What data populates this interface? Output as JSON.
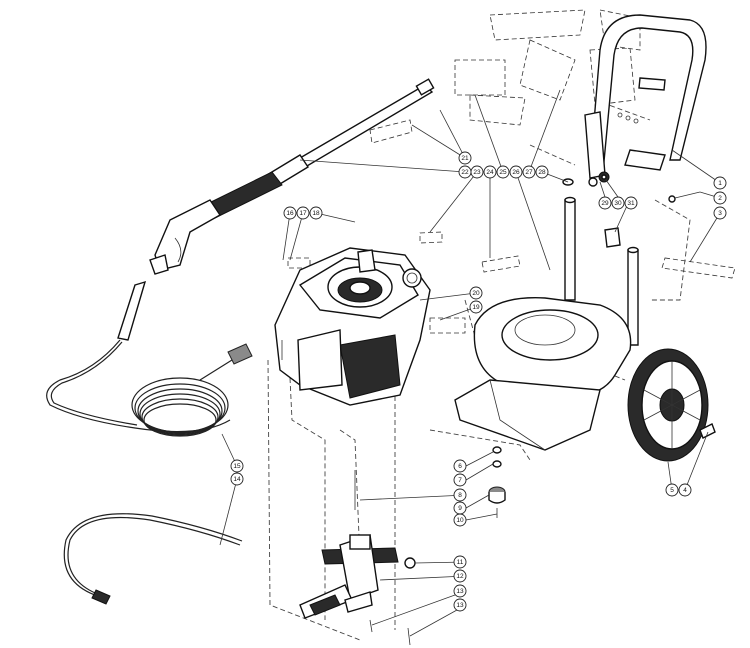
{
  "callouts": [
    {
      "label": "1"
    },
    {
      "label": "2"
    },
    {
      "label": "3"
    },
    {
      "label": "4"
    },
    {
      "label": "5"
    },
    {
      "label": "6"
    },
    {
      "label": "7"
    },
    {
      "label": "8"
    },
    {
      "label": "9"
    },
    {
      "label": "10"
    },
    {
      "label": "11"
    },
    {
      "label": "12"
    },
    {
      "label": "13"
    },
    {
      "label": "13"
    },
    {
      "label": "14"
    },
    {
      "label": "15"
    },
    {
      "label": "16"
    },
    {
      "label": "17"
    },
    {
      "label": "18"
    },
    {
      "label": "19"
    },
    {
      "label": "20"
    },
    {
      "label": "21"
    },
    {
      "label": "22"
    },
    {
      "label": "23"
    },
    {
      "label": "24"
    },
    {
      "label": "25"
    },
    {
      "label": "26"
    },
    {
      "label": "27"
    },
    {
      "label": "28"
    },
    {
      "label": "29"
    },
    {
      "label": "30"
    },
    {
      "label": "31"
    }
  ]
}
